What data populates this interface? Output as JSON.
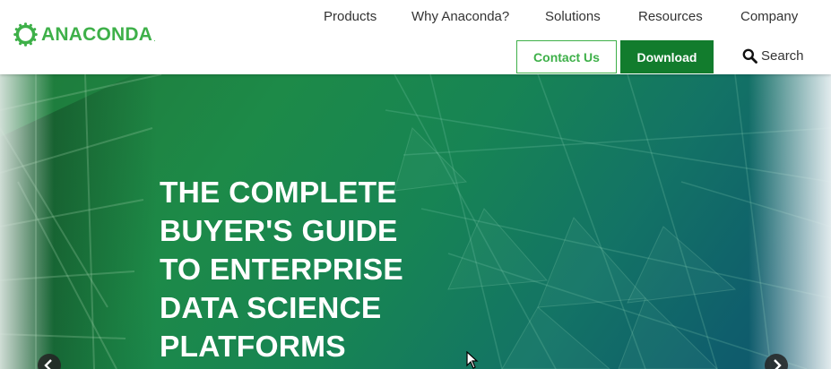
{
  "brand": {
    "name": "ANACONDA",
    "trademark": ".",
    "logo_icon": "anaconda-ring-icon",
    "color": "#3eb049"
  },
  "nav": {
    "items": [
      {
        "label": "Products"
      },
      {
        "label": "Why Anaconda?"
      },
      {
        "label": "Solutions"
      },
      {
        "label": "Resources"
      },
      {
        "label": "Company"
      }
    ],
    "contact_label": "Contact Us",
    "download_label": "Download",
    "search_label": "Search",
    "search_icon": "search-icon"
  },
  "hero": {
    "headline_lines": [
      "THE COMPLETE",
      "BUYER'S GUIDE",
      "TO ENTERPRISE",
      "DATA SCIENCE",
      "PLATFORMS"
    ],
    "background_icon": "glass-building-photo",
    "prev_icon": "chevron-left-icon",
    "next_icon": "chevron-right-icon"
  },
  "colors": {
    "accent": "#3eb049",
    "download_bg": "#127c2d",
    "hero_green": "#1d8a48",
    "hero_teal": "#0e546c"
  }
}
